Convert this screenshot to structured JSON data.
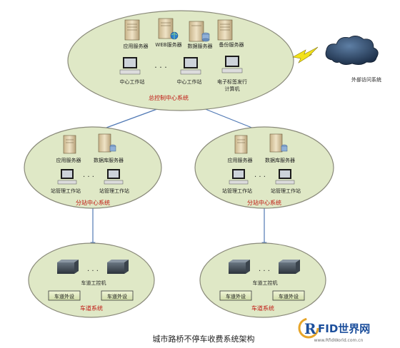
{
  "central": {
    "servers": [
      "应用服务器",
      "WEB服务器",
      "数据服务器",
      "备份服务器"
    ],
    "workstations": [
      "中心工作站",
      "中心工作站"
    ],
    "issuer": [
      "电子标签发行",
      "计算机"
    ],
    "ellipsis": "· · ·",
    "system_label": "总控制中心系统"
  },
  "cloud_label": "外部访问系统",
  "branches": [
    {
      "servers": [
        "应用服务器",
        "数据库服务器"
      ],
      "workstations": [
        "站管理工作站",
        "站管理工作站"
      ],
      "ellipsis": "· · ·",
      "system_label": "分站中心系统"
    },
    {
      "servers": [
        "应用服务器",
        "数据库服务器"
      ],
      "workstations": [
        "站管理工作站",
        "站管理工作站"
      ],
      "ellipsis": "· · ·",
      "system_label": "分站中心系统"
    }
  ],
  "lanes": [
    {
      "controller": "车道工控机",
      "devices": [
        "车道外设",
        "车道外设"
      ],
      "ellipsis": "· · ·",
      "system_label": "车道系统"
    },
    {
      "controller": "车道工控机",
      "devices": [
        "车道外设",
        "车道外设"
      ],
      "ellipsis": "· · ·",
      "system_label": "车道系统"
    }
  ],
  "caption": "城市路桥不停车收费系统架构",
  "watermark": {
    "logo_r": "R",
    "logo_text": "FID世界网",
    "url": "www.RfidWorld.com.cn"
  },
  "colors": {
    "ellipse_fill": "#dfe8c6",
    "ellipse_stroke": "#8a8a7a",
    "link": "#4f78b4",
    "system_label": "#c0140f",
    "bolt": "#f3e21a"
  }
}
